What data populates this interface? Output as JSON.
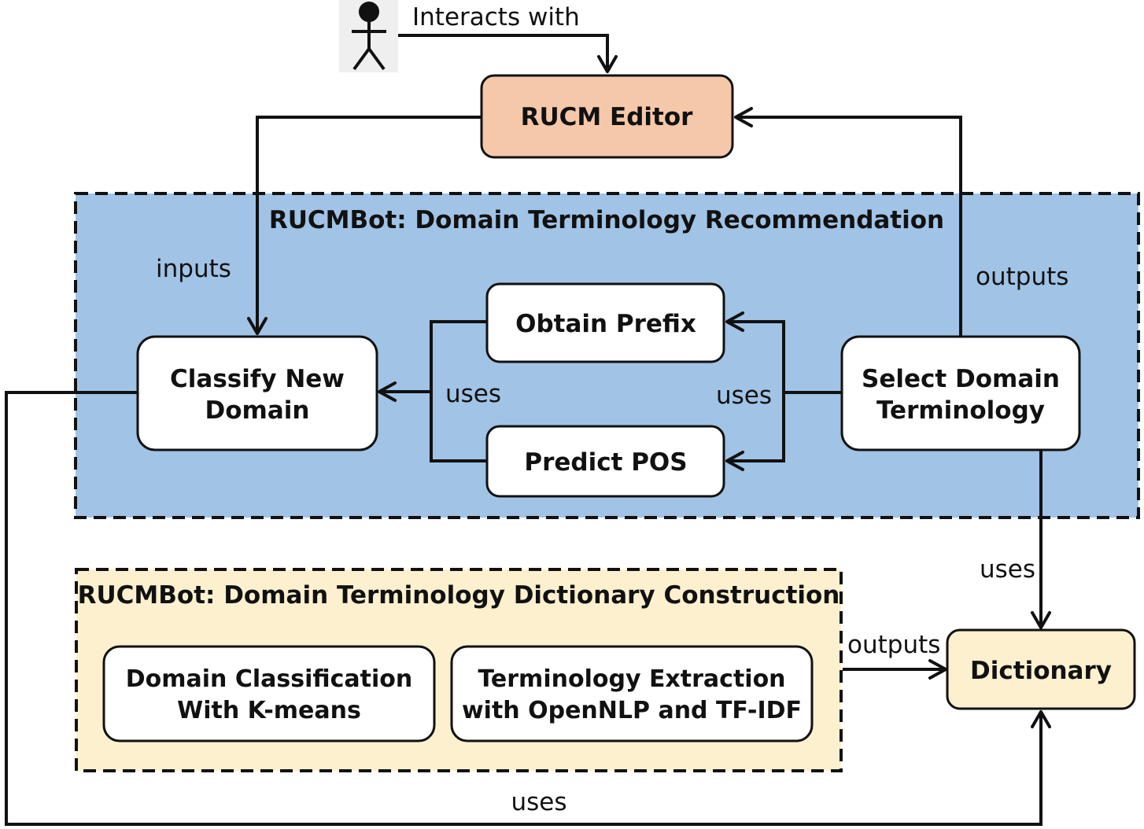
{
  "colors": {
    "recommendation_fill": "#a0c3e6",
    "construction_fill": "#fdf0cf",
    "editor_fill": "#f5c8a9",
    "dictionary_fill": "#fdf0cf",
    "actor_bg": "#efefef",
    "box_fill": "#ffffff"
  },
  "actor": {
    "icon": "stick-figure-user-icon"
  },
  "regions": {
    "recommendation": {
      "title": "RUCMBot: Domain Terminology Recommendation"
    },
    "construction": {
      "title": "RUCMBot: Domain Terminology Dictionary Construction"
    }
  },
  "nodes": {
    "editor": {
      "label": "RUCM Editor"
    },
    "classify": {
      "line1": "Classify New",
      "line2": "Domain"
    },
    "prefix": {
      "label": "Obtain Prefix"
    },
    "pos": {
      "label": "Predict POS"
    },
    "select": {
      "line1": "Select Domain",
      "line2": "Terminology"
    },
    "kmeans": {
      "line1": "Domain Classification",
      "line2": "With K-means"
    },
    "extraction": {
      "line1": "Terminology Extraction",
      "line2": "with OpenNLP and TF-IDF"
    },
    "dictionary": {
      "label": "Dictionary"
    }
  },
  "edges": {
    "interacts": "Interacts with",
    "inputs": "inputs",
    "outputs_editor": "outputs",
    "uses_left": "uses",
    "uses_right": "uses",
    "uses_dictionary": "uses",
    "outputs_dictionary": "outputs",
    "uses_bottom": "uses"
  }
}
